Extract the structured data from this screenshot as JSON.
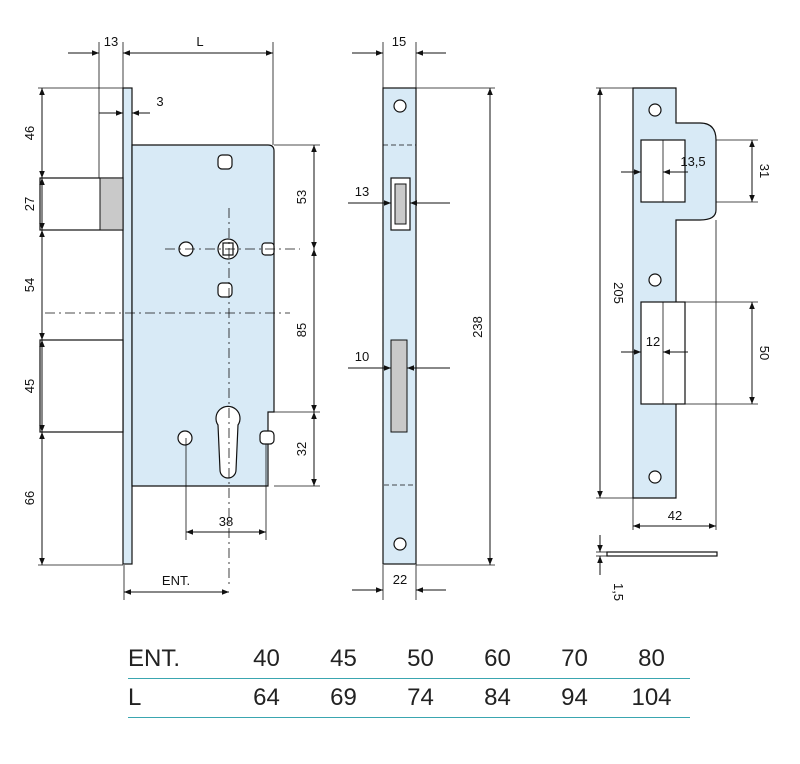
{
  "dimensions": {
    "d13_top": "13",
    "L": "L",
    "d3": "3",
    "d46": "46",
    "d27": "27",
    "d54": "54",
    "d45": "45",
    "d66": "66",
    "d53": "53",
    "d85": "85",
    "d32": "32",
    "d38": "38",
    "ent": "ENT.",
    "d15": "15",
    "d13_side": "13",
    "d10": "10",
    "d238": "238",
    "d22": "22",
    "d13_5": "13,5",
    "d31": "31",
    "d205": "205",
    "d12": "12",
    "d50": "50",
    "d42": "42",
    "d1_5": "1,5"
  },
  "table": {
    "rows": [
      {
        "label": "ENT.",
        "values": [
          "40",
          "45",
          "50",
          "60",
          "70",
          "80"
        ]
      },
      {
        "label": "L",
        "values": [
          "64",
          "69",
          "74",
          "84",
          "94",
          "104"
        ]
      }
    ],
    "line_color": "#3aa6b0"
  },
  "colors": {
    "part_fill": "#d8eaf6",
    "bolt_fill": "#c9c9c9"
  }
}
